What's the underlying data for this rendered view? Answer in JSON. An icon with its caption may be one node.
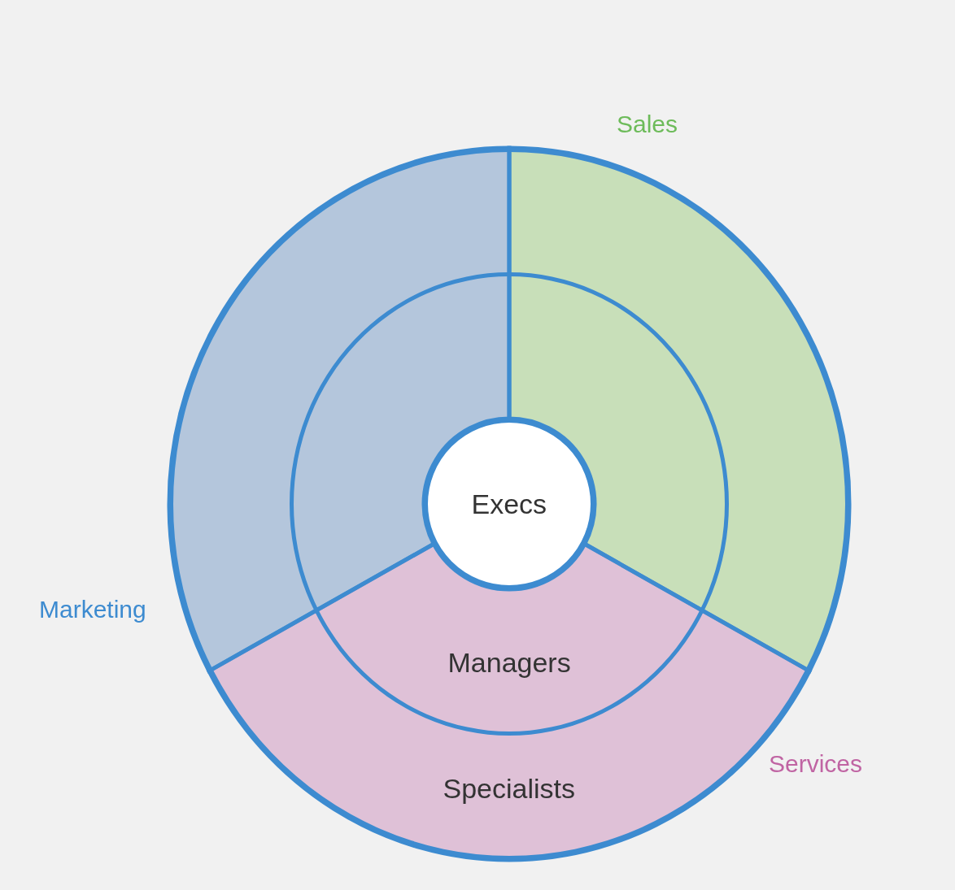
{
  "diagram": {
    "nodes": [
      {
        "text": [
          "Specialists"
        ]
      },
      {
        "text": [
          "Managers"
        ],
        "in": 0
      },
      {
        "text": [
          "Execs"
        ],
        "in": 1
      }
    ],
    "labels": [
      "Sales",
      "Marketing",
      "Services"
    ]
  }
}
